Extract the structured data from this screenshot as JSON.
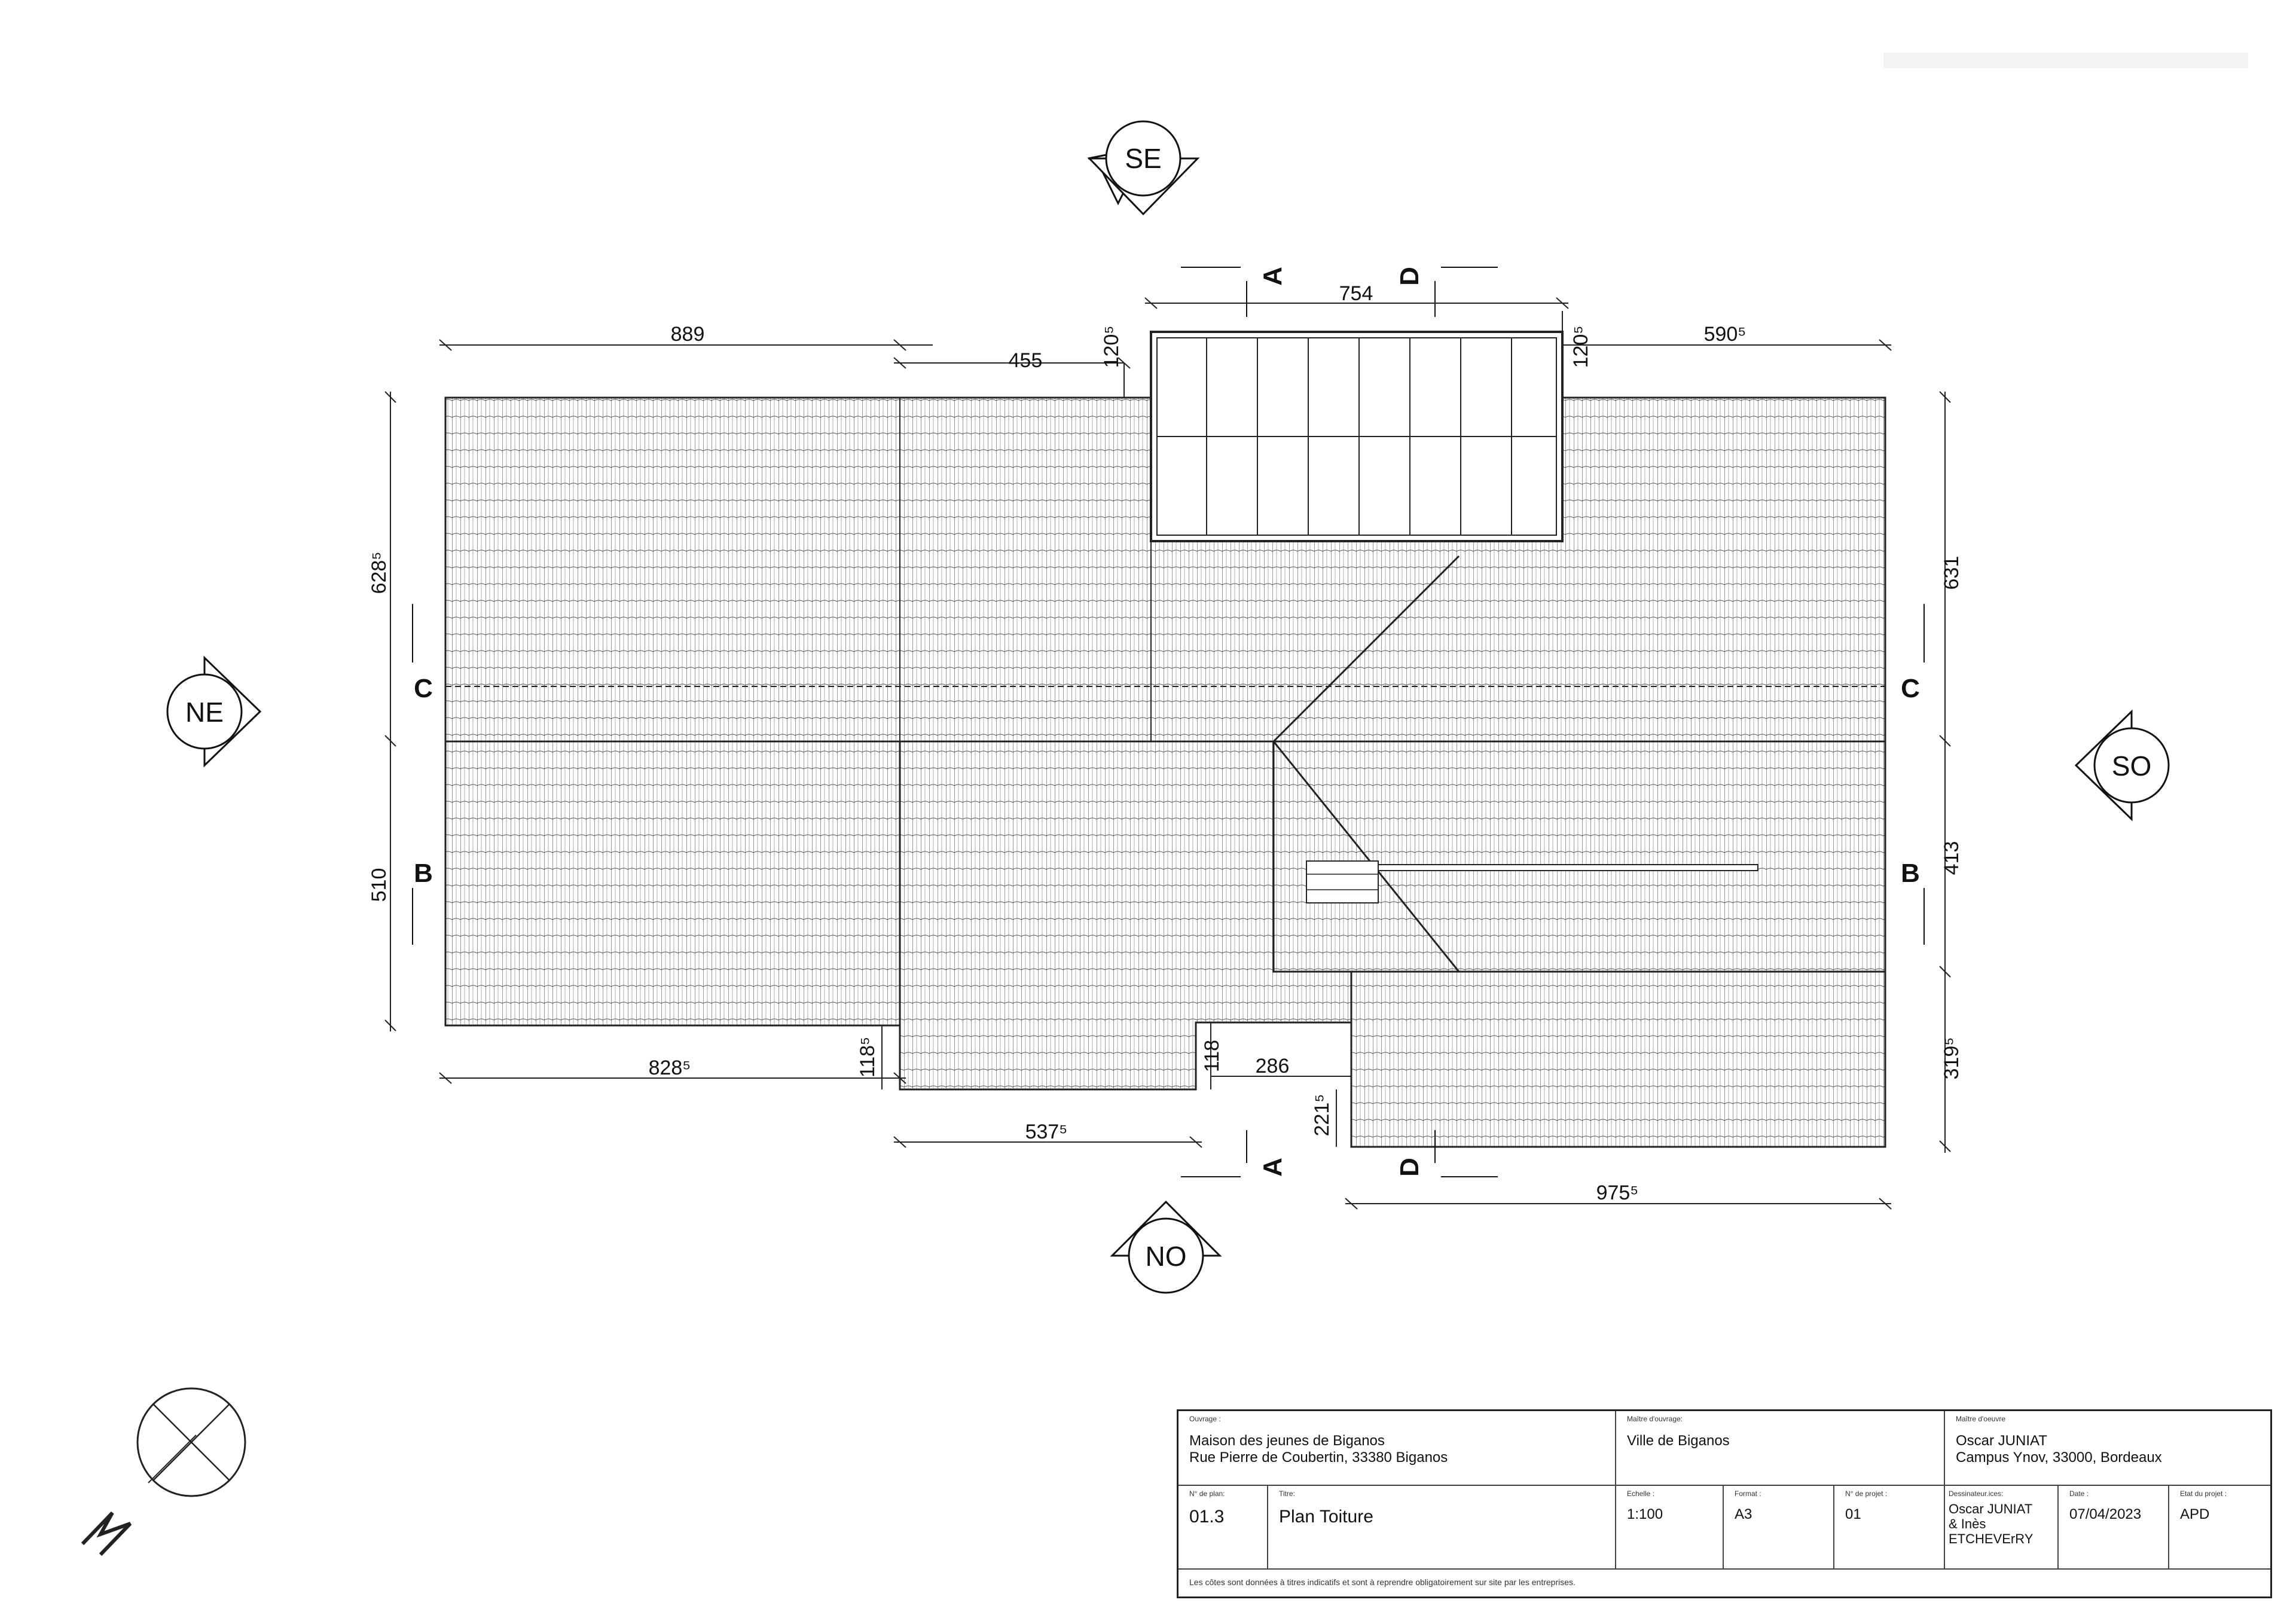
{
  "orientation": {
    "top": "SE",
    "bottom": "NO",
    "left": "NE",
    "right": "SO",
    "north_symbol": "N"
  },
  "section_marks": {
    "a_top": "A",
    "d_top": "D",
    "a_bottom": "A",
    "d_bottom": "D",
    "c_left": "C",
    "c_right": "C",
    "b_left": "B",
    "b_right": "B"
  },
  "dimensions": {
    "top_left_width": "889",
    "top_mid_width": "455",
    "skylight_left_offset": "120⁵",
    "skylight_width": "754",
    "skylight_right_offset": "120⁵",
    "top_right_width": "590⁵",
    "left_upper_height": "628⁵",
    "left_lower_height": "510",
    "right_upper_height": "631",
    "right_mid_height": "413",
    "right_lower_height": "319⁵",
    "bottom_left_width": "828⁵",
    "bottom_step_height": "118⁵",
    "notch_height": "118",
    "notch_width": "286",
    "bottom_mid_width": "537⁵",
    "wing_step_height": "221⁵",
    "bottom_right_width": "975⁵"
  },
  "title_block": {
    "ouvrage_label": "Ouvrage :",
    "ouvrage_line1": "Maison des jeunes de Biganos",
    "ouvrage_line2": "Rue Pierre de Coubertin, 33380 Biganos",
    "moa_label": "Maître d'ouvrage:",
    "moa_value": "Ville de Biganos",
    "moe_label": "Maître d'oeuvre",
    "moe_line1": "Oscar JUNIAT",
    "moe_line2": "Campus Ynov, 33000, Bordeaux",
    "plan_no_label": "N° de plan:",
    "plan_no": "01.3",
    "titre_label": "Titre:",
    "titre": "Plan Toiture",
    "echelle_label": "Echelle :",
    "echelle": "1:100",
    "format_label": "Format :",
    "format": "A3",
    "projet_label": "N° de projet :",
    "projet": "01",
    "dessinateur_label": "Dessinateur.ices:",
    "dessinateur_line1": "Oscar JUNIAT",
    "dessinateur_line2": "& Inès",
    "dessinateur_line3": "ETCHEVErRY",
    "date_label": "Date :",
    "date": "07/04/2023",
    "etat_label": "Etat du projet :",
    "etat": "APD",
    "note": "Les côtes sont données à titres indicatifs et sont à reprendre obligatoirement sur site par les entreprises."
  }
}
